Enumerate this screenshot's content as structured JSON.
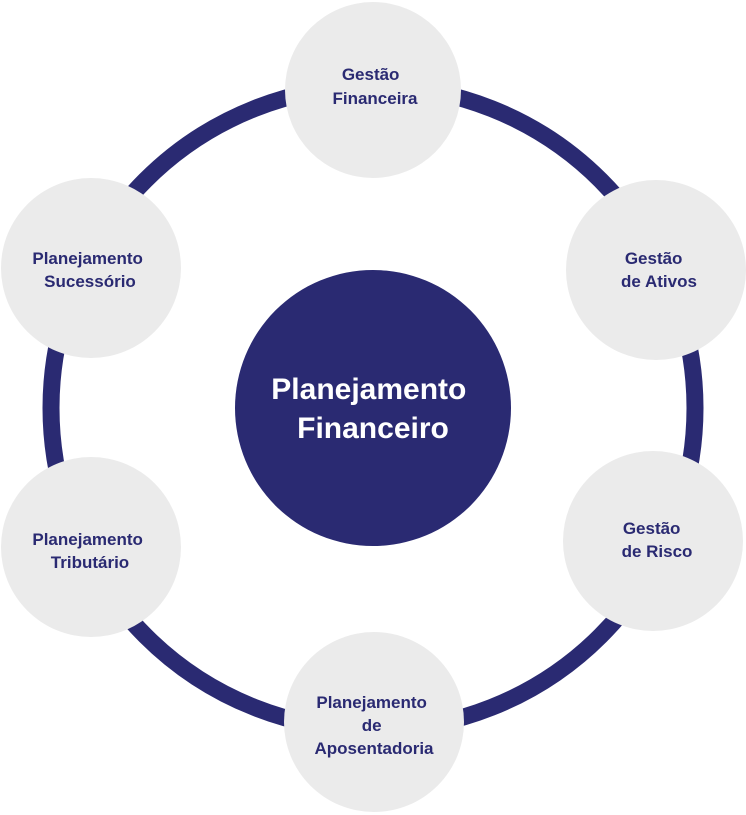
{
  "colors": {
    "ring": "#2a2a72",
    "center_fill": "#2a2a72",
    "node_fill": "#ebebeb",
    "node_text": "#2a2a72",
    "center_text": "#ffffff"
  },
  "center": {
    "lines": [
      "Planejamento",
      "Financeiro"
    ]
  },
  "nodes": [
    {
      "key": "gestao-financeira",
      "lines": [
        "Gestão",
        "Financeira"
      ]
    },
    {
      "key": "gestao-de-ativos",
      "lines": [
        "Gestão",
        "de Ativos"
      ]
    },
    {
      "key": "gestao-de-risco",
      "lines": [
        "Gestão",
        "de Risco"
      ]
    },
    {
      "key": "planejamento-de-aposentadoria",
      "lines": [
        "Planejamento",
        "de",
        "Aposentadoria"
      ]
    },
    {
      "key": "planejamento-tributario",
      "lines": [
        "Planejamento",
        "Tributário"
      ]
    },
    {
      "key": "planejamento-sucessorio",
      "lines": [
        "Planejamento",
        "Sucessório"
      ]
    }
  ]
}
